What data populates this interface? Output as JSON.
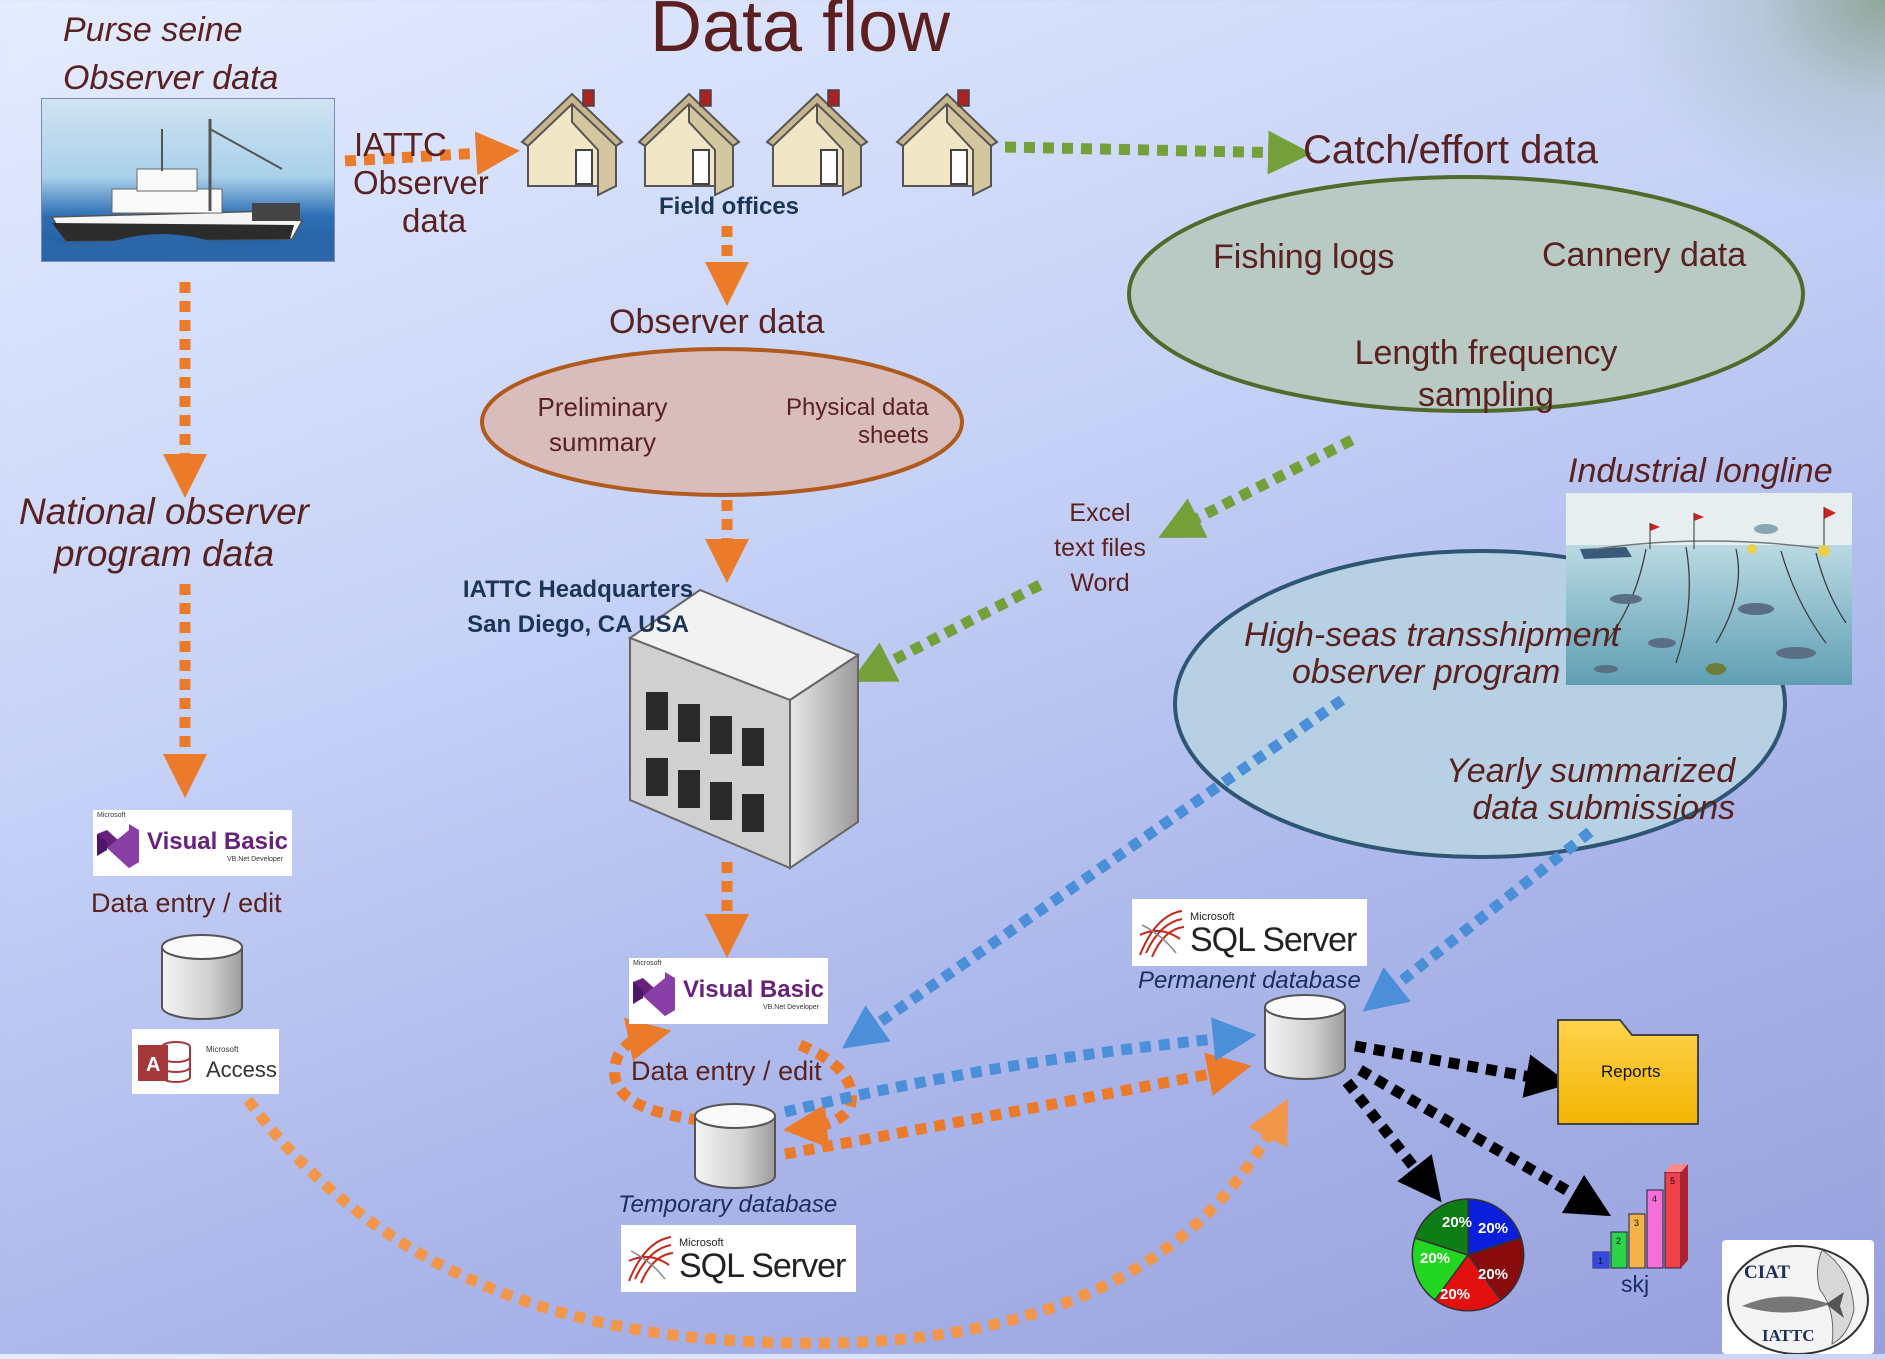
{
  "title": "Data flow",
  "purse_seine": {
    "line1": "Purse seine",
    "line2": "Observer data"
  },
  "iattc_observer": {
    "line1": "IATTC",
    "line2": "Observer",
    "line3": "data"
  },
  "field_offices": "Field offices",
  "catch_effort": "Catch/effort data",
  "catch_ellipse": {
    "fishing_logs": "Fishing logs",
    "cannery": "Cannery data",
    "lf1": "Length frequency",
    "lf2": "sampling"
  },
  "observer_data": "Observer data",
  "obs_ellipse": {
    "prelim1": "Preliminary",
    "prelim2": "summary",
    "phys1": "Physical data",
    "phys2": "sheets"
  },
  "national": {
    "line1": "National observer",
    "line2": "program data"
  },
  "files": {
    "line1": "Excel",
    "line2": "text files",
    "line3": "Word"
  },
  "hq": {
    "line1": "IATTC Headquarters",
    "line2": "San Diego, CA  USA"
  },
  "industrial_longline": "Industrial longline",
  "high_seas": {
    "line1": "High-seas transshipment",
    "line2": "observer program",
    "line3": "Yearly summarized",
    "line4": "data submissions"
  },
  "vb_logo": {
    "ms": "Microsoft",
    "name": "Visual Basic",
    "sub": "VB.Net Developer"
  },
  "access_logo": {
    "ms": "Microsoft",
    "name": "Access"
  },
  "sql_logo": {
    "ms": "Microsoft",
    "name": "SQL Server"
  },
  "data_entry_left": "Data entry / edit",
  "data_entry_center": "Data entry /  edit",
  "temporary_db": "Temporary database",
  "permanent_db": "Permanent database",
  "reports": "Reports",
  "pie_labels": [
    "20%",
    "20%",
    "20%",
    "20%",
    "20%"
  ],
  "bar_labels": [
    "1",
    "2",
    "3",
    "4",
    "5"
  ],
  "skj": "skj",
  "ciat_logo": {
    "top": "CIAT",
    "bottom": "IATTC"
  },
  "colors": {
    "orange": "#ec7a2b",
    "green": "#74a03a",
    "blue": "#4a8fd8",
    "black": "#000000",
    "text": "#5a2121"
  }
}
